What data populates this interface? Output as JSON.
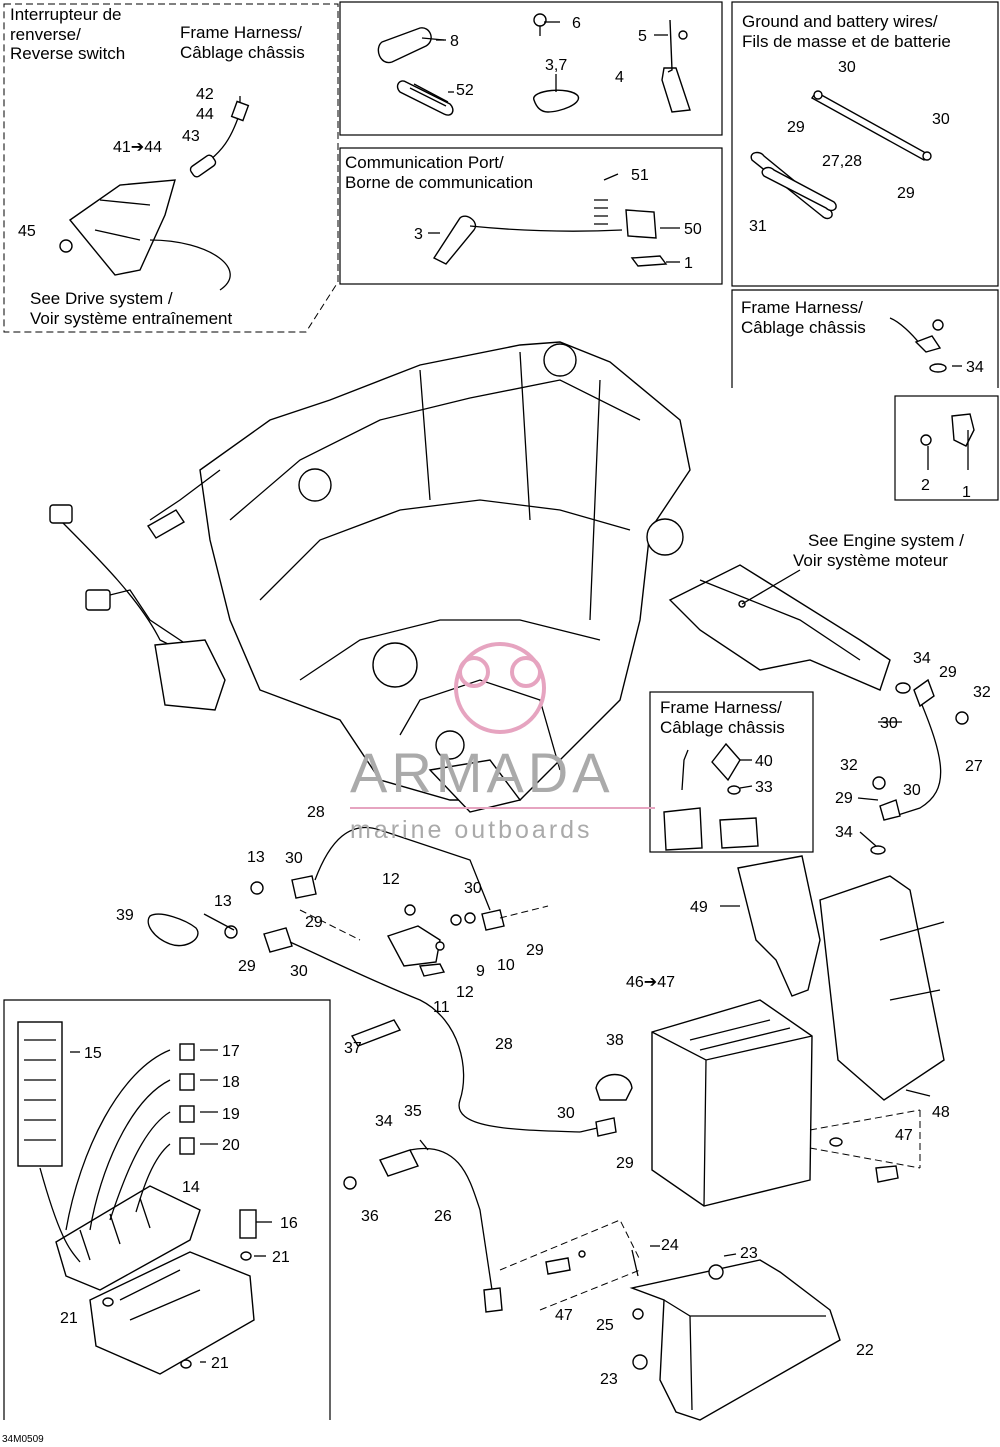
{
  "insets": {
    "reverse": {
      "title1": "Interrupteur de",
      "title2": "renverse/",
      "title3": "Reverse switch",
      "harness1": "Frame Harness/",
      "harness2": "Câblage châssis",
      "see1": "See Drive system /",
      "see2": "Voir système entraînement"
    },
    "ground": {
      "title1": "Ground and battery wires/",
      "title2": "Fils de masse et de batterie"
    },
    "comm": {
      "title1": "Communication Port/",
      "title2": "Borne de communication"
    },
    "frame_top": {
      "title1": "Frame Harness/",
      "title2": "Câblage châssis"
    },
    "frame_mid": {
      "title1": "Frame Harness/",
      "title2": "Câblage châssis"
    },
    "engine_note": {
      "line1": "See Engine system /",
      "line2": "Voir système moteur"
    }
  },
  "callouts": {
    "c42": "42",
    "c44": "44",
    "c43": "43",
    "c41_44": "41➔44",
    "c45": "45",
    "c8": "8",
    "c6": "6",
    "c5": "5",
    "c37a": "3,7",
    "c4": "4",
    "c52": "52",
    "c30a": "30",
    "c29a": "29",
    "c30b": "30",
    "c27_28": "27,28",
    "c29b": "29",
    "c31": "31",
    "c51": "51",
    "c3": "3",
    "c50": "50",
    "c1a": "1",
    "c34a": "34",
    "c2": "2",
    "c1b": "1",
    "c34b": "34",
    "c29c": "29",
    "c32a": "32",
    "c30c": "30",
    "c27": "27",
    "c32b": "32",
    "c29d": "29",
    "c30d": "30",
    "c34c": "34",
    "c40": "40",
    "c33": "33",
    "c28a": "28",
    "c13a": "13",
    "c30e": "30",
    "c12a": "12",
    "c30f": "30",
    "c39": "39",
    "c13b": "13",
    "c29e": "29",
    "c29f": "29",
    "c29g": "29",
    "c30g": "30",
    "c9": "9",
    "c10": "10",
    "c12b": "12",
    "c11": "11",
    "c49": "49",
    "c46_47": "46➔47",
    "c48": "48",
    "c37b": "37",
    "c28b": "28",
    "c38": "38",
    "c30h": "30",
    "c29h": "29",
    "c47a": "47",
    "c15": "15",
    "c17": "17",
    "c18": "18",
    "c19": "19",
    "c20": "20",
    "c14": "14",
    "c16": "16",
    "c21a": "21",
    "c21b": "21",
    "c21c": "21",
    "c34d": "34",
    "c35": "35",
    "c36": "36",
    "c26": "26",
    "c24": "24",
    "c23a": "23",
    "c47b": "47",
    "c25": "25",
    "c22": "22",
    "c23b": "23"
  },
  "watermark": {
    "brand": "ARMADA",
    "tagline": "marine outboards"
  },
  "figure_code": "34M0509"
}
